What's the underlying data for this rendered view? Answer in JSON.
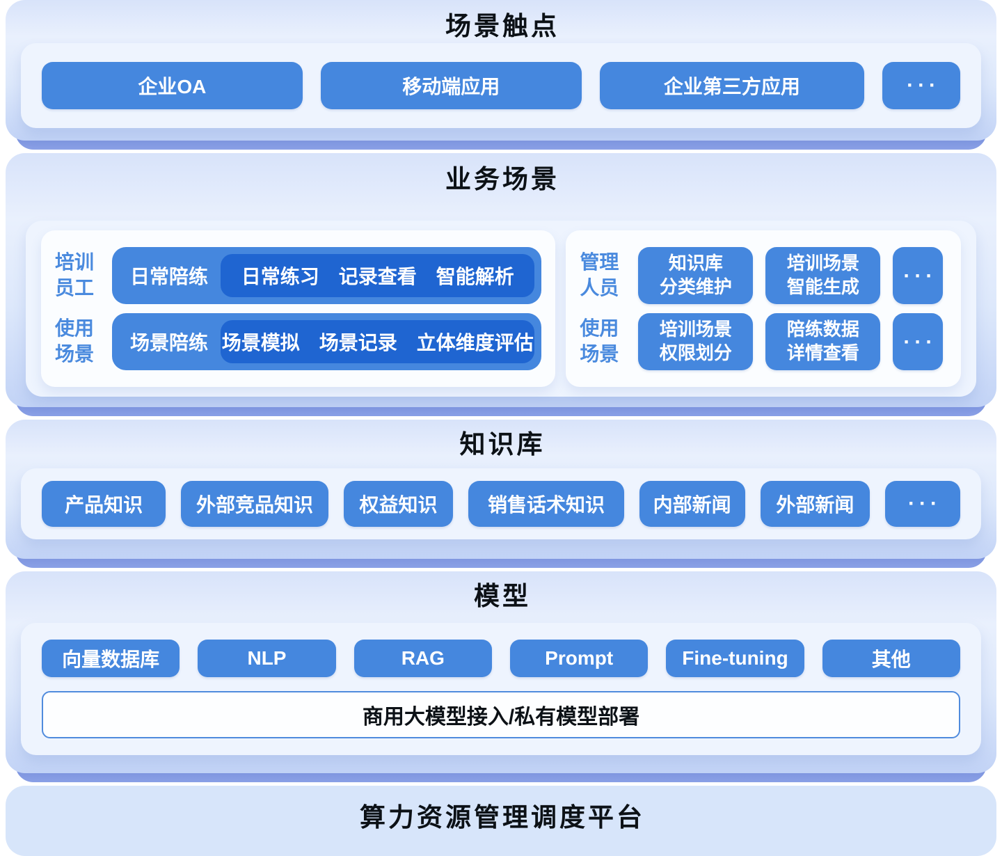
{
  "colors": {
    "chip_blue": "#4587de",
    "deep_pill_blue": "#1f65d1",
    "panel_edge_blue": "#8097e0",
    "label_blue": "#4a8ade",
    "panel_bg": "#dde8fb",
    "card_bg": "#eef4fe"
  },
  "layers": {
    "touchpoints": {
      "title": "场景触点",
      "items": [
        "企业OA",
        "移动端应用",
        "企业第三方应用",
        "···"
      ]
    },
    "business": {
      "title": "业务场景",
      "left_card": {
        "rows": [
          {
            "label": "培训\n员工",
            "pill": "日常陪练",
            "subitems": [
              "日常练习",
              "记录查看",
              "智能解析"
            ]
          },
          {
            "label": "使用\n场景",
            "pill": "场景陪练",
            "subitems": [
              "场景模拟",
              "场景记录",
              "立体维度评估"
            ]
          }
        ]
      },
      "right_card": {
        "rows": [
          {
            "label": "管理\n人员",
            "buttons": [
              "知识库\n分类维护",
              "培训场景\n智能生成",
              "···"
            ]
          },
          {
            "label": "使用\n场景",
            "buttons": [
              "培训场景\n权限划分",
              "陪练数据\n详情查看",
              "···"
            ]
          }
        ]
      }
    },
    "knowledge": {
      "title": "知识库",
      "items": [
        "产品知识",
        "外部竞品知识",
        "权益知识",
        "销售话术知识",
        "内部新闻",
        "外部新闻",
        "···"
      ]
    },
    "model": {
      "title": "模型",
      "items": [
        "向量数据库",
        "NLP",
        "RAG",
        "Prompt",
        "Fine-tuning",
        "其他"
      ],
      "bar": "商用大模型接入/私有模型部署"
    },
    "platform": {
      "title": "算力资源管理调度平台"
    }
  }
}
